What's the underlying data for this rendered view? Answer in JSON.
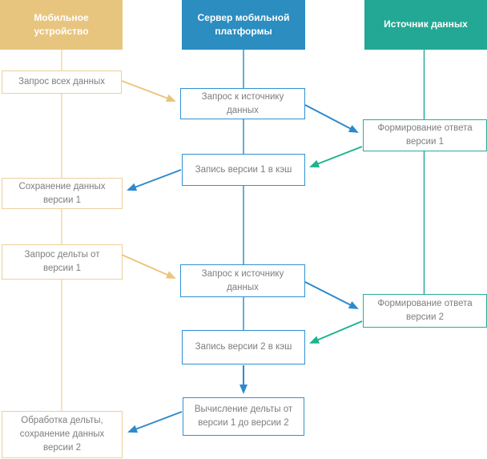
{
  "diagram": {
    "type": "sequence-flowchart",
    "colors": {
      "mobile_lane": "#e8c57e",
      "mobile_border": "#edd09a",
      "mobile_arrow": "#ecc57c",
      "server_lane": "#2b8dc0",
      "server_border": "#3191d2",
      "server_arrow": "#2e89cc",
      "source_lane": "#22a894",
      "source_border": "#2cab97",
      "source_arrow": "#1db390",
      "node_text": "#7d7e80",
      "header_text": "#ffffff"
    },
    "lanes": [
      {
        "id": "mobile",
        "label": "Мобильное устройство"
      },
      {
        "id": "server",
        "label": "Сервер мобильной платформы"
      },
      {
        "id": "source",
        "label": "Источник данных"
      }
    ],
    "nodes": [
      {
        "id": "request-all-data",
        "lane": "mobile",
        "label": "Запрос всех данных"
      },
      {
        "id": "request-to-source-1",
        "lane": "server",
        "label": "Запрос к источнику данных"
      },
      {
        "id": "form-response-v1",
        "lane": "source",
        "label": "Формирование ответа версии 1"
      },
      {
        "id": "write-v1-to-cache",
        "lane": "server",
        "label": "Запись версии 1 в кэш"
      },
      {
        "id": "save-data-v1",
        "lane": "mobile",
        "label": "Сохранение данных версии 1"
      },
      {
        "id": "request-delta-from-v1",
        "lane": "mobile",
        "label": "Запрос дельты от версии 1"
      },
      {
        "id": "request-to-source-2",
        "lane": "server",
        "label": "Запрос к источнику данных"
      },
      {
        "id": "form-response-v2",
        "lane": "source",
        "label": "Формирование ответа версии 2"
      },
      {
        "id": "write-v2-to-cache",
        "lane": "server",
        "label": "Запись версии 2 в кэш"
      },
      {
        "id": "compute-delta-v1-v2",
        "lane": "server",
        "label": "Вычисление дельты от версии 1 до версии 2"
      },
      {
        "id": "process-delta-save-v2",
        "lane": "mobile",
        "label": "Обработка дельты, сохранение данных версии 2"
      }
    ],
    "connections": [
      {
        "from": "request-all-data",
        "to": "request-to-source-1",
        "color": "mobile_arrow"
      },
      {
        "from": "request-to-source-1",
        "to": "form-response-v1",
        "color": "server_arrow"
      },
      {
        "from": "form-response-v1",
        "to": "write-v1-to-cache",
        "color": "source_arrow"
      },
      {
        "from": "write-v1-to-cache",
        "to": "save-data-v1",
        "color": "server_arrow"
      },
      {
        "from": "request-delta-from-v1",
        "to": "request-to-source-2",
        "color": "mobile_arrow"
      },
      {
        "from": "request-to-source-2",
        "to": "form-response-v2",
        "color": "server_arrow"
      },
      {
        "from": "form-response-v2",
        "to": "write-v2-to-cache",
        "color": "source_arrow"
      },
      {
        "from": "write-v2-to-cache",
        "to": "compute-delta-v1-v2",
        "color": "server_arrow"
      },
      {
        "from": "compute-delta-v1-v2",
        "to": "process-delta-save-v2",
        "color": "server_arrow"
      }
    ]
  }
}
